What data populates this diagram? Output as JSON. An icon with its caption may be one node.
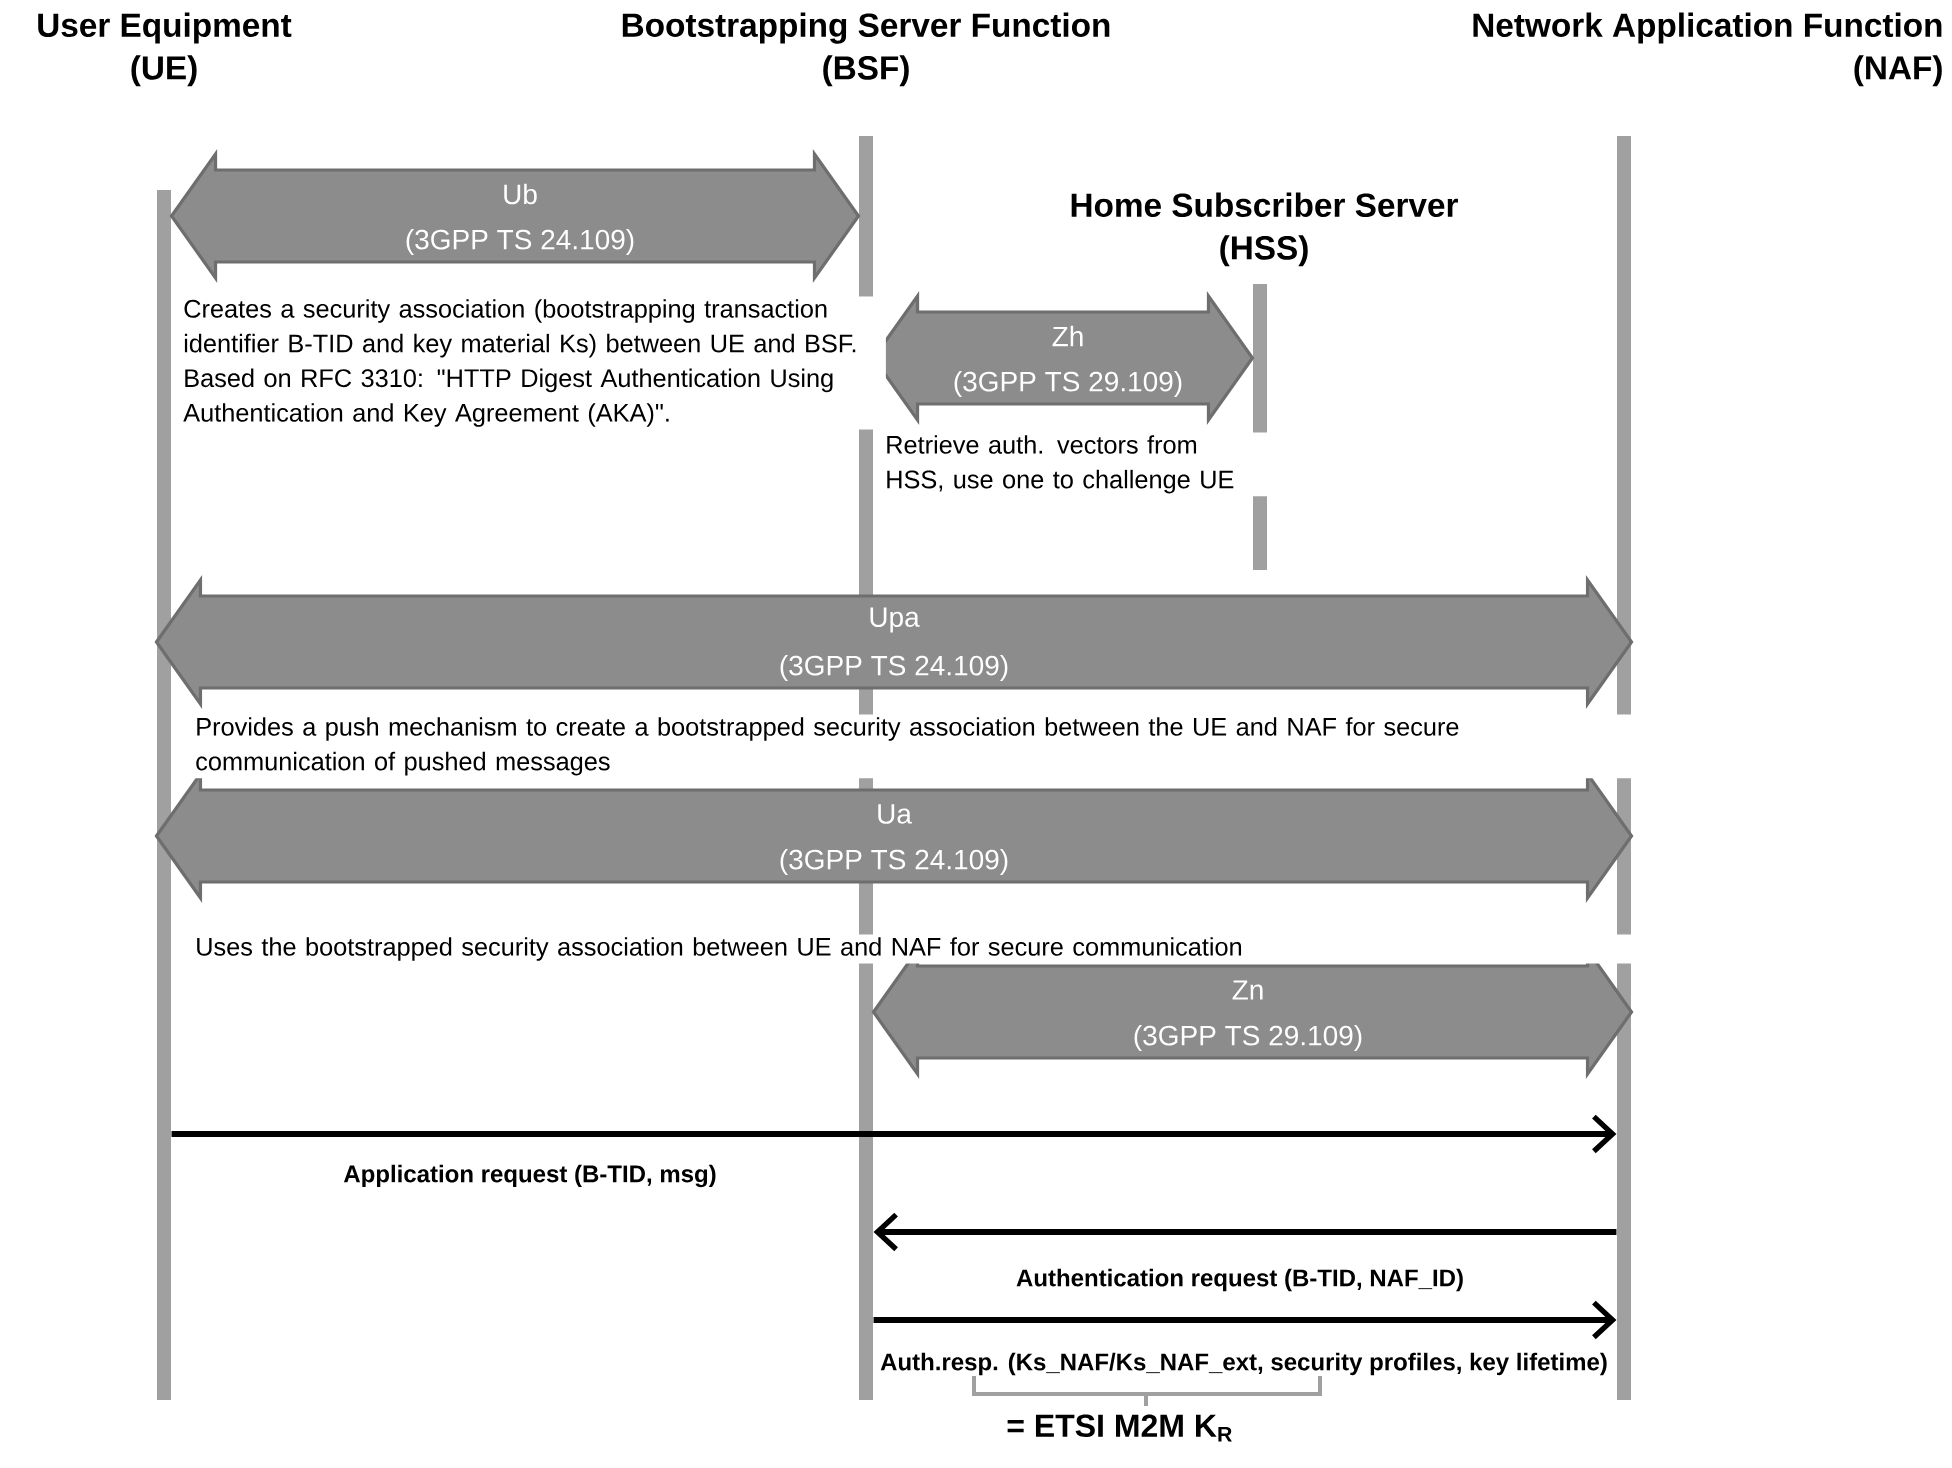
{
  "diagram": {
    "nodes": [
      {
        "text": [
          "User Equipment",
          "(UE)"
        ]
      },
      {
        "text": [
          "Bootstrapping Server Function",
          "(BSF)"
        ]
      },
      {
        "text": [
          "Network Application Function",
          "(NAF)"
        ]
      },
      {
        "text": [
          "Home Subscriber Server",
          "(HSS)"
        ]
      }
    ],
    "edges": [
      {
        "from": 0,
        "to": 1,
        "arrow": "both",
        "label": "Ub",
        "style": "thick"
      },
      {
        "from": 1,
        "to": 3,
        "arrow": "both",
        "label": "Zh",
        "style": "thick"
      },
      {
        "from": 0,
        "to": 2,
        "arrow": "both",
        "label": "Upa",
        "style": "thick"
      },
      {
        "from": 0,
        "to": 2,
        "arrow": "both",
        "label": "Ua",
        "style": "thick"
      },
      {
        "from": 1,
        "to": 2,
        "arrow": "both",
        "label": "Zn",
        "style": "thick"
      },
      {
        "from": 0,
        "to": 2,
        "arrow": "to",
        "label": "Application request (B-TID, msg)",
        "color": "#000000"
      },
      {
        "from": 2,
        "to": 1,
        "arrow": "to",
        "label": "Authentication request (B-TID, NAF_ID)",
        "color": "#000000"
      },
      {
        "from": 1,
        "to": 2,
        "arrow": "to",
        "label": "Auth.resp. (Ks_NAF/Ks_NAF_ext, security profiles, key lifetime)",
        "color": "#000000"
      }
    ],
    "labels": [
      "(3GPP TS 24.109)",
      "Creates a security association (bootstrapping transaction identifier B-TID and key material Ks) between UE and BSF. Based on RFC 3310: \"HTTP Digest Authentication Using Authentication and Key Agreement (AKA)\".",
      "(3GPP TS 29.109)",
      "Retrieve auth. vectors from HSS, use one to challenge UE",
      "(3GPP TS 24.109)",
      "Provides a push mechanism to create a bootstrapped security association between the UE and NAF for secure communication of pushed messages",
      "(3GPP TS 24.109)",
      "Uses the bootstrapped security association between UE and NAF for secure communication",
      "(3GPP TS 29.109)",
      "= ETSI M2M K$_{R}$"
    ]
  }
}
